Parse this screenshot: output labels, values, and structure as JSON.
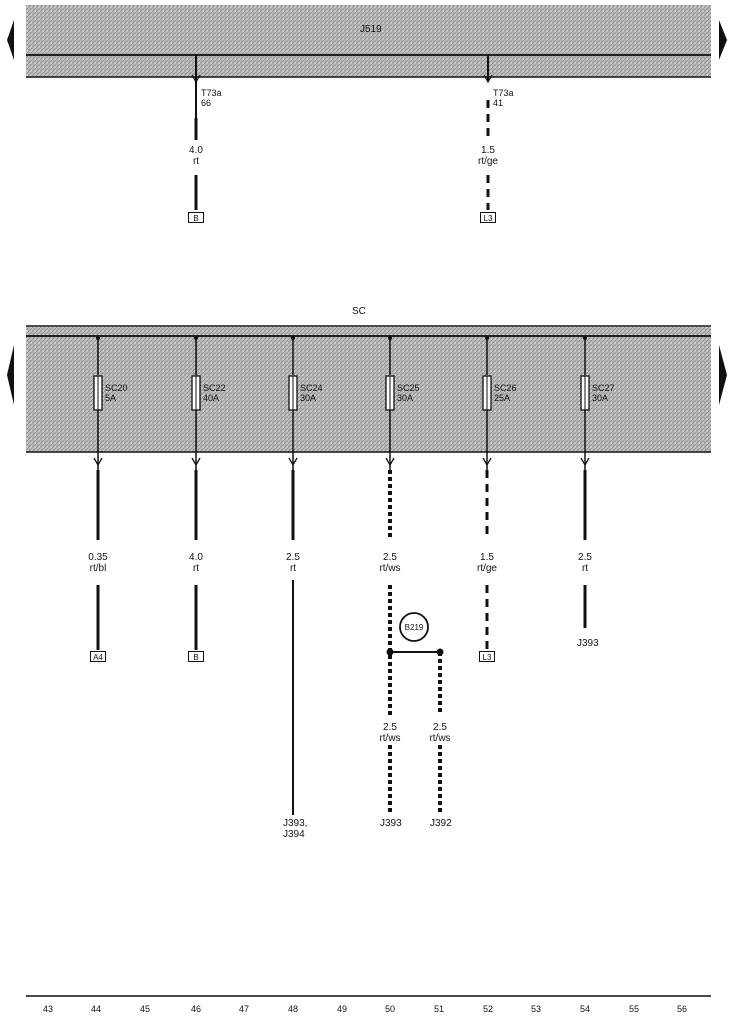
{
  "panels": {
    "top_label": "J519",
    "main_label": "SC"
  },
  "top_connections": [
    {
      "id": "top-46",
      "connector": "T73a",
      "pin": "66",
      "size": "4.0",
      "color": "rt",
      "terminal": "B"
    },
    {
      "id": "top-52",
      "connector": "T73a",
      "pin": "41",
      "size": "1.5",
      "color": "rt/ge",
      "terminal": "L3"
    }
  ],
  "fuses": [
    {
      "id": "SC20",
      "amp": "5A",
      "size": "0.35",
      "color": "rt/bl",
      "terminal": "A4"
    },
    {
      "id": "SC22",
      "amp": "40A",
      "size": "4.0",
      "color": "rt",
      "terminal": "B"
    },
    {
      "id": "SC24",
      "amp": "30A",
      "size": "2.5",
      "color": "rt",
      "terminal": ""
    },
    {
      "id": "SC25",
      "amp": "30A",
      "size": "2.5",
      "color": "rt/ws",
      "terminal": ""
    },
    {
      "id": "SC26",
      "amp": "25A",
      "size": "1.5",
      "color": "rt/ge",
      "terminal": "L3"
    },
    {
      "id": "SC27",
      "amp": "30A",
      "size": "2.5",
      "color": "rt",
      "terminal": ""
    }
  ],
  "branch": {
    "node": "B219",
    "left": {
      "size": "2.5",
      "color": "rt/ws",
      "label": "J393"
    },
    "right": {
      "size": "2.5",
      "color": "rt/ws",
      "label": "J392"
    }
  },
  "sc24_dest": [
    "J393,",
    "J394"
  ],
  "sc27_dest": "J393",
  "ruler": [
    "43",
    "44",
    "45",
    "46",
    "47",
    "48",
    "49",
    "50",
    "51",
    "52",
    "53",
    "54",
    "55",
    "56"
  ]
}
